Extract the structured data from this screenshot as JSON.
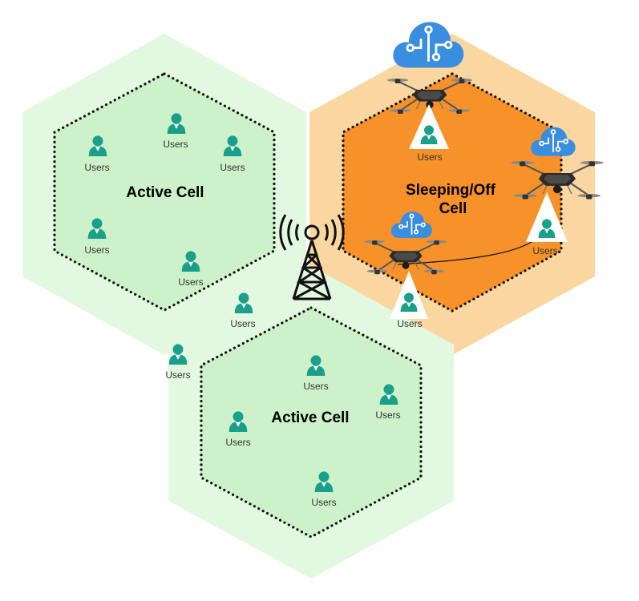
{
  "colors": {
    "active_outer": "#e3f8e0",
    "active_inner": "#cdf2c9",
    "sleeping_outer": "#fad7a0",
    "sleeping_inner": "#f7922a",
    "user_icon": "#1aa08a",
    "cloud": "#3a8ee0",
    "tower": "#111111"
  },
  "cells": {
    "active_top_label": "Active Cell",
    "active_bottom_label": "Active Cell",
    "sleeping_label_line1": "Sleeping/Off",
    "sleeping_label_line2": "Cell"
  },
  "users": {
    "label": "Users"
  },
  "icons": {
    "tower": "cell-tower-icon",
    "cloud": "cloud-network-icon",
    "drone": "drone-icon",
    "user": "user-icon"
  }
}
